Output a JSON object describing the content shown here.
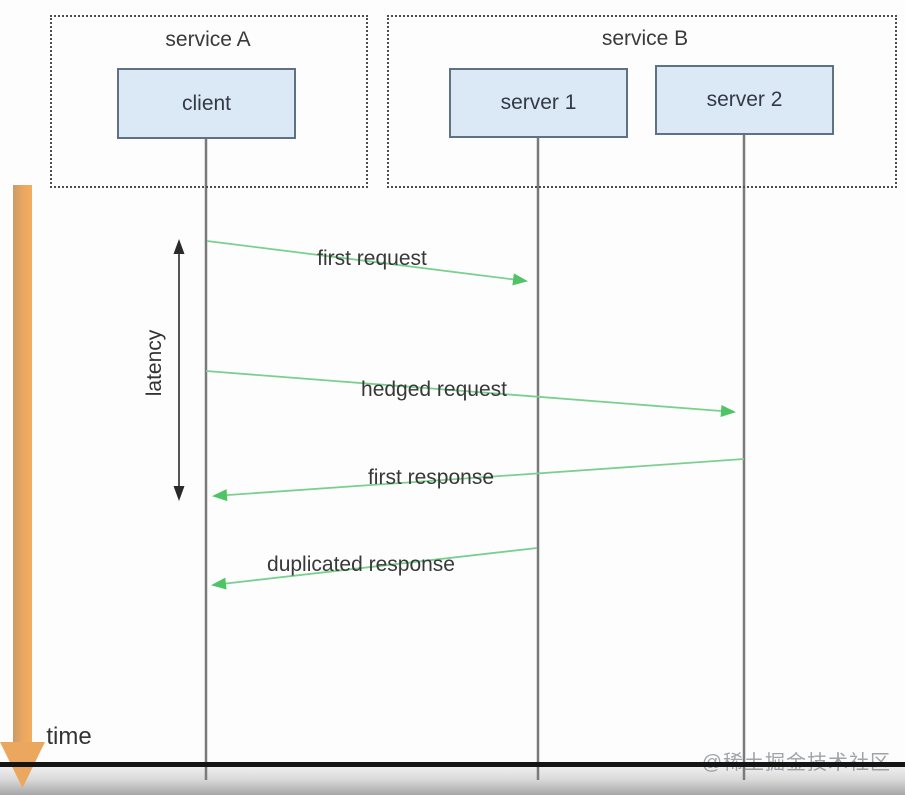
{
  "diagram": {
    "type": "sequence-diagram",
    "service_a": {
      "title": "service A",
      "client_label": "client"
    },
    "service_b": {
      "title": "service B",
      "server1_label": "server 1",
      "server2_label": "server 2"
    },
    "messages": [
      {
        "label": "first request",
        "from": "client",
        "to": "server 1"
      },
      {
        "label": "hedged request",
        "from": "client",
        "to": "server 2"
      },
      {
        "label": "first response",
        "from": "server 2",
        "to": "client"
      },
      {
        "label": "duplicated response",
        "from": "server 1",
        "to": "client"
      }
    ],
    "latency_label": "latency",
    "time_axis_label": "time"
  },
  "watermark": "@稀土掘金技术社区",
  "colors": {
    "node_fill": "#dbe9f7",
    "node_border": "#5f7283",
    "dashed_border": "#4d4d4d",
    "lifeline": "#7a7a7a",
    "message_arrow": "#5dc873",
    "latency_arrow": "#2a2a2a",
    "time_arrow": "#eca75f",
    "bottom_bar": "#151515"
  }
}
